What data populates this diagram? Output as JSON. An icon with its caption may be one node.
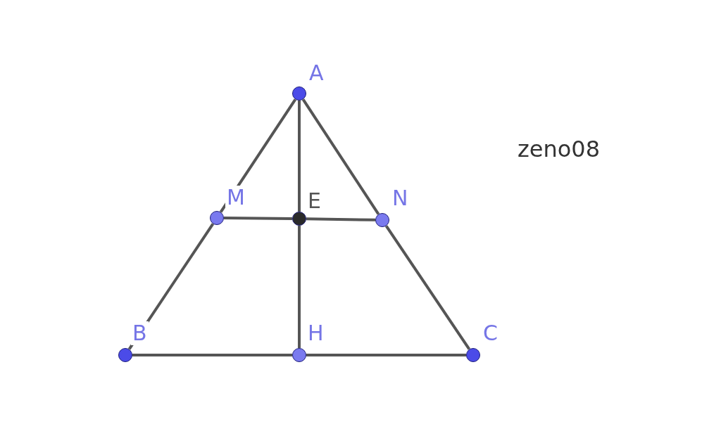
{
  "diagram": {
    "nodes": [
      {
        "text": [
          "A"
        ]
      },
      {
        "text": [
          "M"
        ]
      },
      {
        "text": [
          "E"
        ]
      },
      {
        "text": [
          "N"
        ]
      },
      {
        "text": [
          "B"
        ]
      },
      {
        "text": [
          "H"
        ]
      },
      {
        "text": [
          "C"
        ]
      }
    ],
    "edges": [
      {
        "from": 0,
        "to": 1,
        "arrow": "none"
      },
      {
        "from": 1,
        "to": 4,
        "arrow": "none"
      },
      {
        "from": 0,
        "to": 3,
        "arrow": "none"
      },
      {
        "from": 3,
        "to": 6,
        "arrow": "none"
      },
      {
        "from": 4,
        "to": 5,
        "arrow": "none"
      },
      {
        "from": 5,
        "to": 6,
        "arrow": "none"
      },
      {
        "from": 1,
        "to": 2,
        "arrow": "none"
      },
      {
        "from": 2,
        "to": 3,
        "arrow": "none"
      },
      {
        "from": 0,
        "to": 2,
        "arrow": "none"
      },
      {
        "from": 2,
        "to": 5,
        "arrow": "none"
      }
    ],
    "labels": [
      "zeno08"
    ]
  }
}
